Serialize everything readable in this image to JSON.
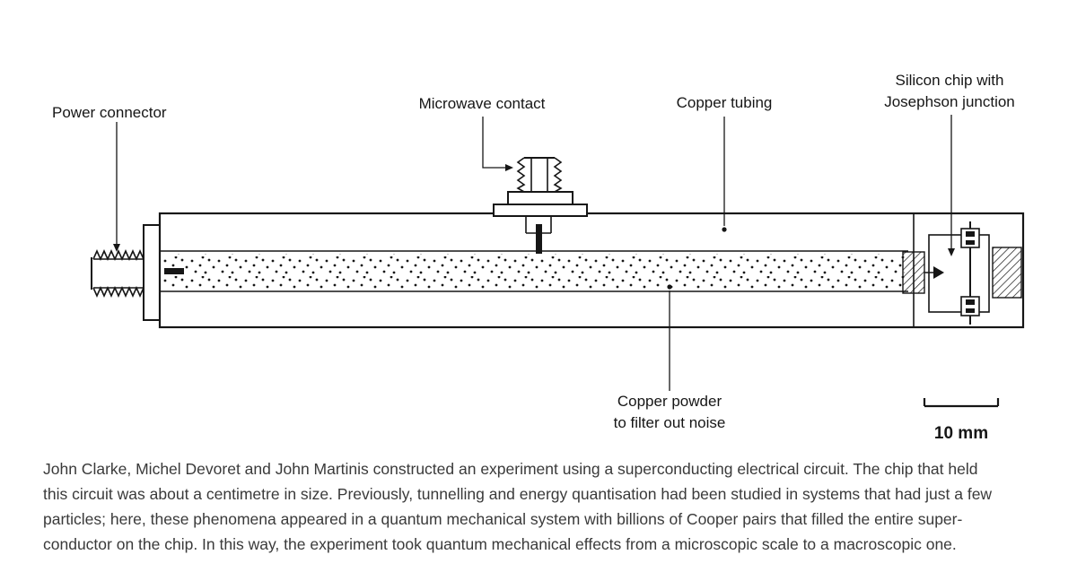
{
  "diagram": {
    "labels": {
      "power_connector": "Power connector",
      "microwave_contact": "Microwave contact",
      "copper_tubing": "Copper tubing",
      "silicon_chip_line1": "Silicon chip with",
      "silicon_chip_line2": "Josephson junction",
      "copper_powder_line1": "Copper powder",
      "copper_powder_line2": "to filter out noise",
      "scale": "10 mm"
    },
    "colors": {
      "line": "#161616",
      "caption_text": "#3a3a3a",
      "background": "#ffffff"
    }
  },
  "caption": {
    "lines": [
      "John Clarke, Michel Devoret and John Martinis constructed an experiment using a superconducting electrical circuit. The chip that held",
      "this circuit was about a centimetre in size. Previously, tunnelling and energy quantisation had been studied in systems that had just a few",
      "particles; here, these phenomena appeared in a quantum mechanical system with billions of Cooper pairs that filled the entire super-",
      "conductor on the chip. In this way, the experiment took quantum mechanical effects from a microscopic scale to a macroscopic one."
    ]
  }
}
